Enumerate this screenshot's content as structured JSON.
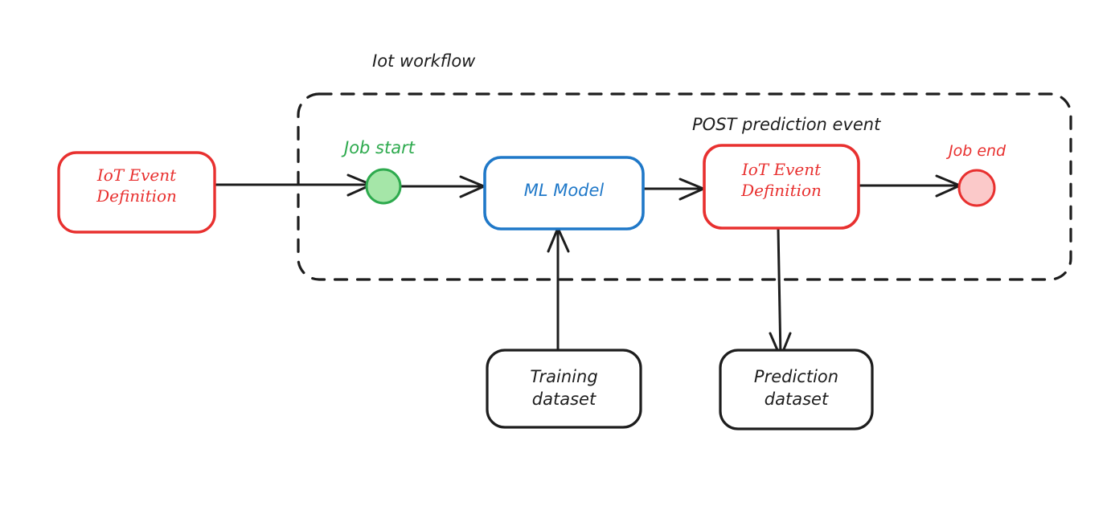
{
  "diagram": {
    "title": "Iot workflow",
    "colors": {
      "red": "#e8302f",
      "blue": "#1f78c8",
      "green": "#2eaa4e",
      "black": "#1d1d1d",
      "green_fill": "#a5e6a8",
      "red_fill": "#fbc9c9",
      "white": "#ffffff"
    },
    "container": {
      "label": "Iot workflow",
      "style": "dashed"
    },
    "nodes": [
      {
        "id": "iot-event-definition-source",
        "label": "IoT Event\nDefinition",
        "shape": "rounded-rect",
        "color": "#e8302f"
      },
      {
        "id": "job-start",
        "label": "Job start",
        "shape": "circle",
        "color": "#2eaa4e"
      },
      {
        "id": "ml-model",
        "label": "ML Model",
        "shape": "rounded-rect",
        "color": "#1f78c8"
      },
      {
        "id": "iot-event-definition-post",
        "label": "IoT Event\nDefinition",
        "shape": "rounded-rect",
        "color": "#e8302f"
      },
      {
        "id": "job-end",
        "label": "Job end",
        "shape": "circle",
        "color": "#e8302f"
      },
      {
        "id": "training-dataset",
        "label": "Training\ndataset",
        "shape": "rounded-rect",
        "color": "#1d1d1d"
      },
      {
        "id": "prediction-dataset",
        "label": "Prediction\ndataset",
        "shape": "rounded-rect",
        "color": "#1d1d1d"
      }
    ],
    "edge_labels": [
      {
        "id": "post-prediction-event",
        "text": "POST prediction event"
      }
    ],
    "edges": [
      {
        "from": "iot-event-definition-source",
        "to": "job-start",
        "direction": "right"
      },
      {
        "from": "job-start",
        "to": "ml-model",
        "direction": "right"
      },
      {
        "from": "ml-model",
        "to": "iot-event-definition-post",
        "direction": "right"
      },
      {
        "from": "iot-event-definition-post",
        "to": "job-end",
        "direction": "right"
      },
      {
        "from": "training-dataset",
        "to": "ml-model",
        "direction": "up"
      },
      {
        "from": "iot-event-definition-post",
        "to": "prediction-dataset",
        "direction": "down"
      }
    ]
  }
}
